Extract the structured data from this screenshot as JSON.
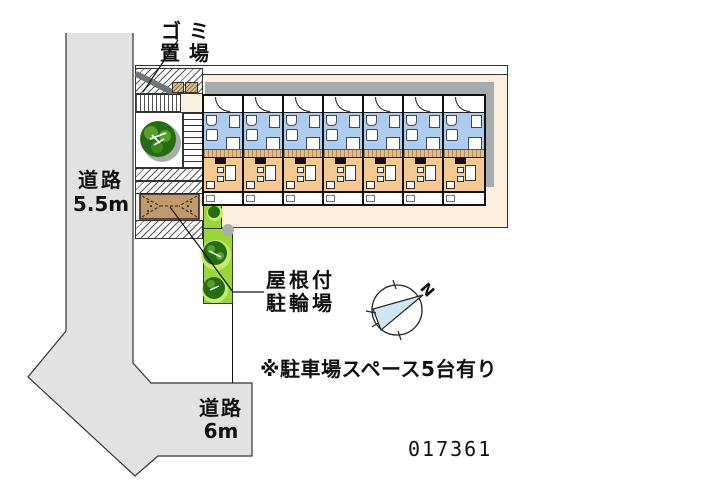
{
  "plan": {
    "labels": {
      "garbage_line1": "ゴミ",
      "garbage_line2": "置場",
      "road_left_line1": "道路",
      "road_left_line2": "5.5m",
      "road_bottom_line1": "道路",
      "road_bottom_line2": "6m",
      "bike_line1": "屋根付",
      "bike_line2": "駐輪場",
      "note": "※駐車場スペース5台有り",
      "plan_number": "017361",
      "north": "N"
    },
    "building": {
      "unit_count": 7
    },
    "colors": {
      "road": "#e2e2e2",
      "plot": "#fcefe0",
      "shadow": "#a6abad",
      "unit_wet": "#accdef",
      "unit_room": "#f4ca92",
      "kitchen": "#e2bd87",
      "green": "#98d63a",
      "tree_dark": "#256d12",
      "tree_mid": "#57a02a",
      "tree_halo": "#c9e96e",
      "roof": "#c1996b",
      "bins": "#d9c28e",
      "needle": "#cfe5f2"
    }
  }
}
